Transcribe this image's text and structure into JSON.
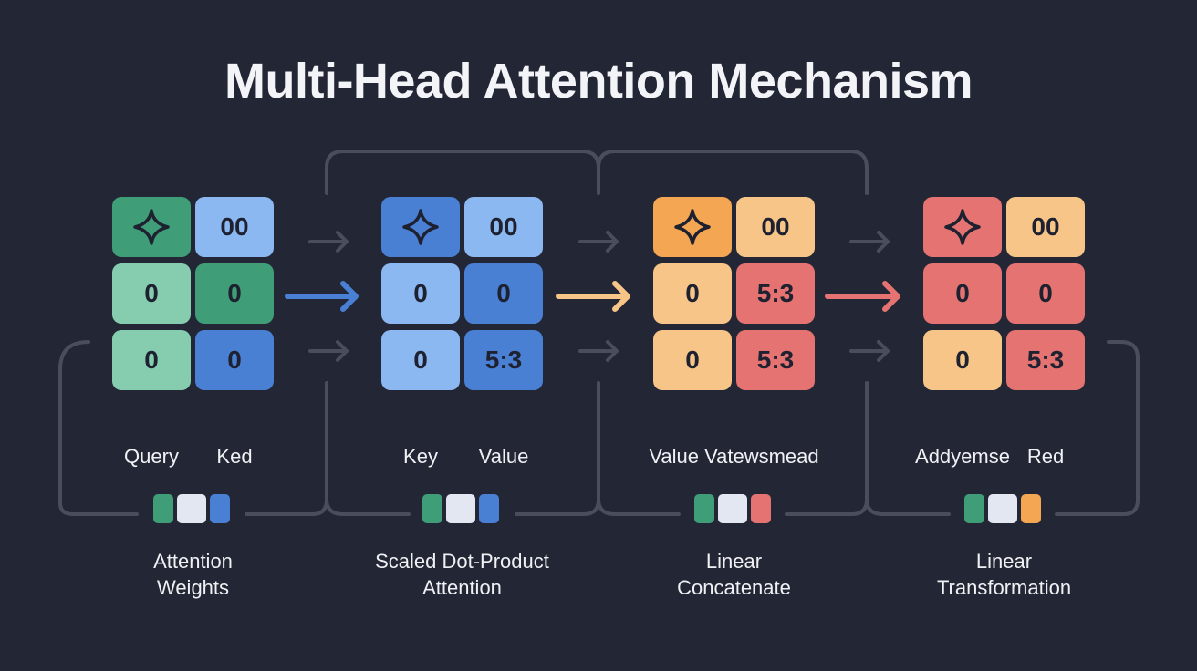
{
  "title": "Multi-Head Attention Mechanism",
  "icons": {
    "sparkle": "sparkle-icon",
    "arrow": "arrow-right-icon"
  },
  "colors": {
    "background": "#232634",
    "connector": "#4a4e5c",
    "green_dark": "#3f9e78",
    "green_light": "#86cdb0",
    "blue_dark": "#4a80d4",
    "blue_light": "#8cb8f2",
    "orange": "#f5a652",
    "peach": "#f7c587",
    "red": "#e57371",
    "arrow_blue": "#4a80d4",
    "arrow_orange": "#f7c587",
    "arrow_red": "#e57371"
  },
  "stages": [
    {
      "grid": [
        [
          {
            "icon": "sparkle",
            "color": "#3f9e78"
          },
          {
            "text": "00",
            "color": "#8cb8f2"
          }
        ],
        [
          {
            "text": "0",
            "color": "#86cdb0"
          },
          {
            "text": "0",
            "color": "#3f9e78"
          }
        ],
        [
          {
            "text": "0",
            "color": "#86cdb0"
          },
          {
            "text": "0",
            "color": "#4a80d4"
          }
        ]
      ],
      "labels": [
        "Query",
        "Ked"
      ],
      "legend": [
        "#3f9e78",
        "#e2e7f2",
        "#4a80d4"
      ],
      "caption": [
        "Attention",
        "Weights"
      ]
    },
    {
      "grid": [
        [
          {
            "icon": "sparkle",
            "color": "#4a80d4"
          },
          {
            "text": "00",
            "color": "#8cb8f2"
          }
        ],
        [
          {
            "text": "0",
            "color": "#8cb8f2"
          },
          {
            "text": "0",
            "color": "#4a80d4"
          }
        ],
        [
          {
            "text": "0",
            "color": "#8cb8f2"
          },
          {
            "text": "5:3",
            "color": "#4a80d4"
          }
        ]
      ],
      "labels": [
        "Key",
        "Value"
      ],
      "legend": [
        "#3f9e78",
        "#e2e7f2",
        "#4a80d4"
      ],
      "caption": [
        "Scaled Dot-Product",
        "Attention"
      ]
    },
    {
      "grid": [
        [
          {
            "icon": "sparkle",
            "color": "#f5a652"
          },
          {
            "text": "00",
            "color": "#f7c587"
          }
        ],
        [
          {
            "text": "0",
            "color": "#f7c587"
          },
          {
            "text": "5:3",
            "color": "#e57371"
          }
        ],
        [
          {
            "text": "0",
            "color": "#f7c587"
          },
          {
            "text": "5:3",
            "color": "#e57371"
          }
        ]
      ],
      "labels": [
        "Value Vatewsmead"
      ],
      "legend": [
        "#3f9e78",
        "#e2e7f2",
        "#e57371"
      ],
      "caption": [
        "Linear",
        "Concatenate"
      ]
    },
    {
      "grid": [
        [
          {
            "icon": "sparkle",
            "color": "#e57371"
          },
          {
            "text": "00",
            "color": "#f7c587"
          }
        ],
        [
          {
            "text": "0",
            "color": "#e57371"
          },
          {
            "text": "0",
            "color": "#e57371"
          }
        ],
        [
          {
            "text": "0",
            "color": "#f7c587"
          },
          {
            "text": "5:3",
            "color": "#e57371"
          }
        ]
      ],
      "labels": [
        "Addyemse",
        "Red"
      ],
      "legend": [
        "#3f9e78",
        "#e2e7f2",
        "#f5a652"
      ],
      "caption": [
        "Linear",
        "Transformation"
      ]
    }
  ],
  "flow_arrows": [
    {
      "color": "#4a80d4"
    },
    {
      "color": "#f7c587"
    },
    {
      "color": "#e57371"
    }
  ]
}
